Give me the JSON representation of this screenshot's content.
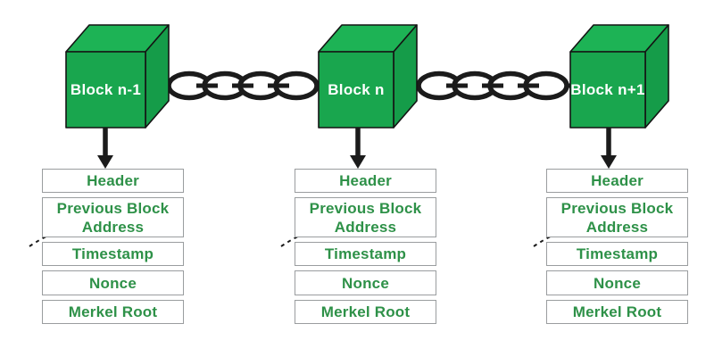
{
  "colors": {
    "background": "#ffffff",
    "cube_top": "#1db355",
    "cube_front": "#19a64e",
    "cube_side": "#159c49",
    "outline": "#141414",
    "chain": "#1b1b1b",
    "arrow": "#1b1b1b",
    "field_text": "#2e9148",
    "field_border": "#9a9d9f",
    "cube_label": "#ffffff"
  },
  "blocks": [
    {
      "label": "Block n-1",
      "fields": [
        "Header",
        "Previous Block Address",
        "Timestamp",
        "Nonce",
        "Merkel Root"
      ]
    },
    {
      "label": "Block n",
      "fields": [
        "Header",
        "Previous Block Address",
        "Timestamp",
        "Nonce",
        "Merkel Root"
      ]
    },
    {
      "label": "Block n+1",
      "fields": [
        "Header",
        "Previous Block Address",
        "Timestamp",
        "Nonce",
        "Merkel Root"
      ]
    }
  ]
}
